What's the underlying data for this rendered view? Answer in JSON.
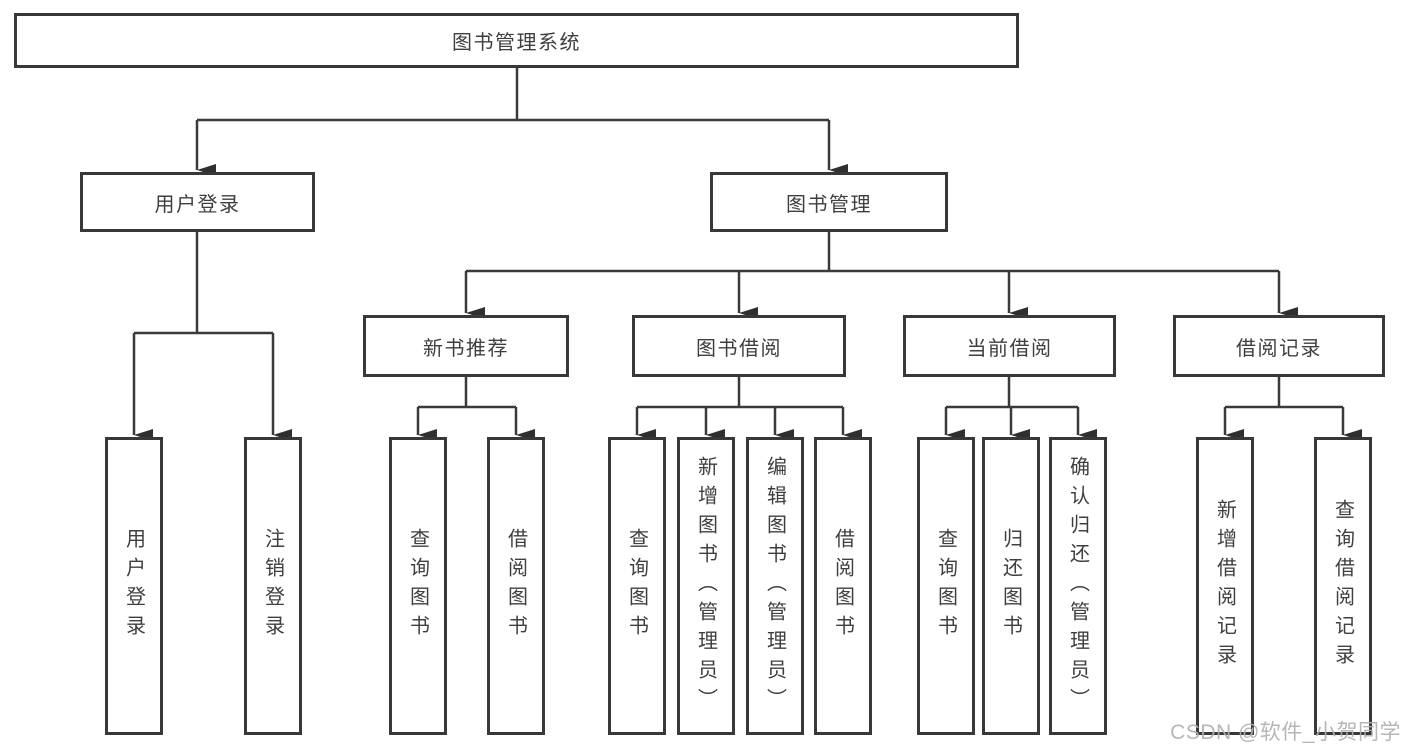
{
  "diagram": {
    "title": "图书管理系统",
    "level2": {
      "user_login": "用户登录",
      "book_management": "图书管理"
    },
    "level3": {
      "new_book_recommend": "新书推荐",
      "book_borrow": "图书借阅",
      "current_borrow": "当前借阅",
      "borrow_records": "借阅记录"
    },
    "leaves": {
      "user_login": "用户登录",
      "logout": "注销登录",
      "recommend_query_book": "查询图书",
      "recommend_borrow_book": "借阅图书",
      "borrow_query_book": "查询图书",
      "borrow_add_book": "新增图书（管理员）",
      "borrow_edit_book": "编辑图书（管理员）",
      "borrow_borrow_book": "借阅图书",
      "current_query_book": "查询图书",
      "current_return_book": "归还图书",
      "current_confirm_return": "确认归还（管理员）",
      "records_add_record": "新增借阅记录",
      "records_query_record": "查询借阅记录"
    }
  },
  "watermark": "CSDN @软件_小贺同学",
  "colors": {
    "line": "#3a3a3a",
    "arrow": "#2f2f2f",
    "border": "#383838",
    "text": "#3f3f3f",
    "watermark": "#b0b0b0",
    "background": "#ffffff"
  }
}
